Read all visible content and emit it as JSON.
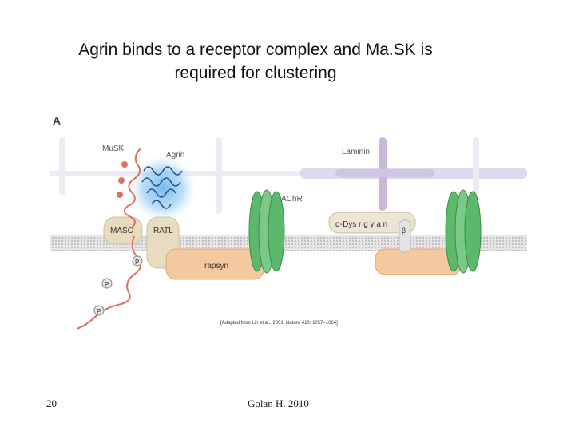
{
  "slide": {
    "title_line1": "Agrin binds to a receptor complex and Ma.SK is",
    "title_line2": "required for clustering",
    "slide_number": "20",
    "footer_credit": "Golan H. 2010"
  },
  "diagram": {
    "panel_label": "A",
    "labels": {
      "musk": "MuSK",
      "agrin": "Agrin",
      "laminin": "Laminin",
      "achr": "AChR",
      "masc": "MASC",
      "ratl": "RATL",
      "rapsyn": "rapsyn",
      "dystroglycan": "α-Dys r g y a n",
      "beta": "β",
      "phospho_1": "P",
      "phospho_2": "P",
      "phospho_3": "P"
    },
    "citation": "[Adapted from Lin et al., 2001; Nature 410: 1057–1064]",
    "colors": {
      "musk_chain": "#e07060",
      "agrin_glow": "#8ec8f0",
      "agrin_coil": "#2a4f8a",
      "masc_ratl": "#e8dcc0",
      "rapsyn": "#f5c9a0",
      "achr": "#5cb86a",
      "laminin": "#c9b8d8",
      "dystroglycan": "#ece4d4",
      "membrane": "#d8d8d8"
    }
  }
}
